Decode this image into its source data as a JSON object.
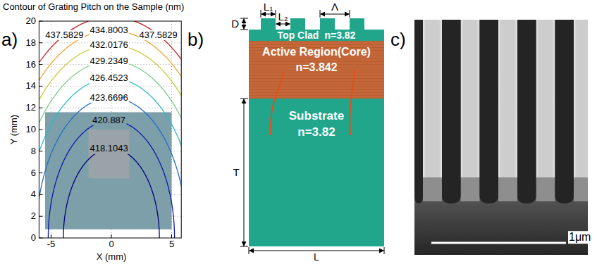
{
  "diagram": {
    "title": "Contour of Grating Pitch on the Sample (nm)",
    "nodes": [
      {
        "text": [
          "Top Clad",
          "n=3.82"
        ]
      },
      {
        "text": [
          "Active Region(Core)",
          "n=3.842"
        ]
      },
      {
        "text": [
          "Substrate",
          "n=3.82"
        ]
      }
    ],
    "labels": [
      "a)",
      "b)",
      "c)",
      "Y (mm)",
      "X (mm)",
      "0",
      "2",
      "4",
      "6",
      "8",
      "10",
      "12",
      "14",
      "16",
      "18",
      "20",
      "-5",
      "0",
      "5",
      "437.5829",
      "437.5829",
      "434.8003",
      "432.0176",
      "429.2349",
      "426.4523",
      "423.6696",
      "420.887",
      "418.1043",
      "D",
      "L₁",
      "L₂",
      "Λ",
      "T",
      "L",
      "1μm"
    ]
  }
}
